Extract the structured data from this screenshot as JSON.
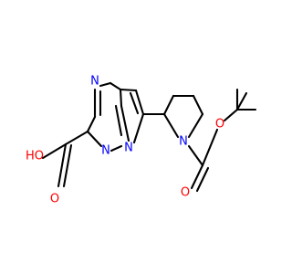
{
  "diagram": {
    "type": "chemical-structure",
    "background": "#ffffff",
    "bond_color": "#000000",
    "atoms": [
      {
        "id": "O_oh",
        "label": "HO",
        "color": "#ff0000"
      },
      {
        "id": "O_dbl1",
        "label": "O",
        "color": "#ff0000"
      },
      {
        "id": "N1",
        "label": "N",
        "color": "#0000ff"
      },
      {
        "id": "N2",
        "label": "N",
        "color": "#0000ff"
      },
      {
        "id": "N3",
        "label": "N",
        "color": "#0000ff"
      },
      {
        "id": "N_pip",
        "label": "N",
        "color": "#0000ff"
      },
      {
        "id": "O_dbl2",
        "label": "O",
        "color": "#ff0000"
      },
      {
        "id": "O_est",
        "label": "O",
        "color": "#ff0000"
      }
    ]
  }
}
